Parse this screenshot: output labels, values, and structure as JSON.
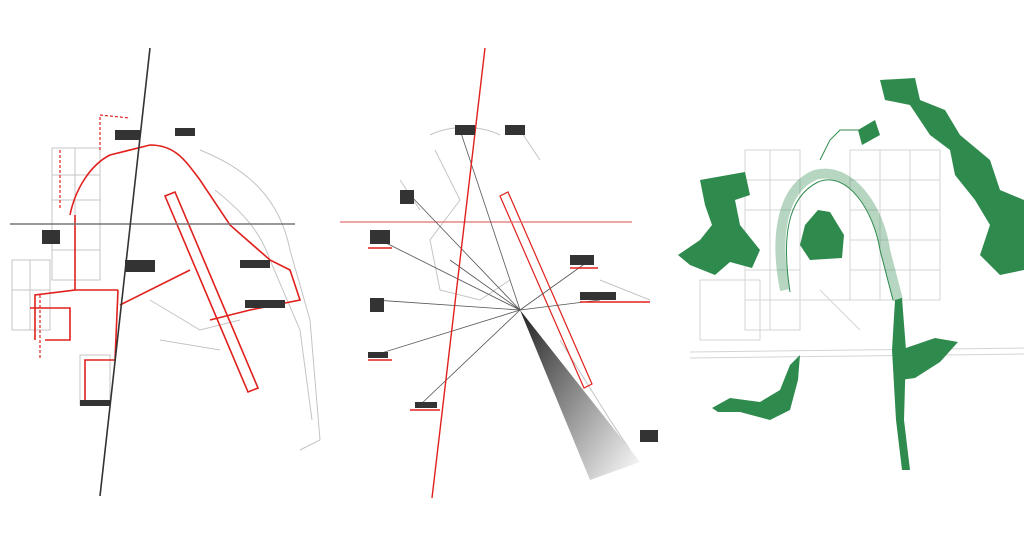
{
  "panels": [
    {
      "id": "plan-red-network",
      "accent": "#e0201c",
      "line": "#333333"
    },
    {
      "id": "plan-rays",
      "accent": "#e0201c",
      "line": "#555555"
    },
    {
      "id": "plan-green-space",
      "accent": "#2f8a4e",
      "line": "#bbbbbb"
    }
  ],
  "colors": {
    "background": "#ffffff",
    "street_grey": "#c4c4c4",
    "red": "#e0201c",
    "green": "#2f8a4e",
    "dark": "#333333"
  }
}
